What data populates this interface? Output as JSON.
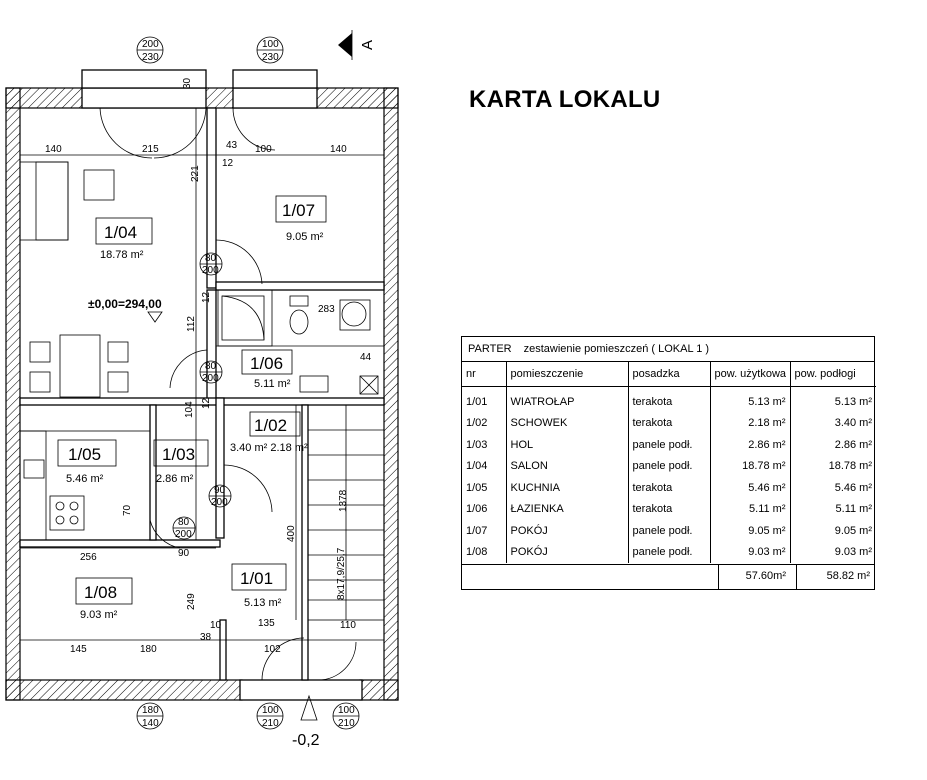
{
  "header": {
    "title": "KARTA LOKALU"
  },
  "plan": {
    "section_marker": "A",
    "level_mark": "±0,00=294,00",
    "entry_level": "-0,2",
    "rooms": [
      {
        "id": "1/04",
        "area": "18.78 m²"
      },
      {
        "id": "1/07",
        "area": "9.05 m²"
      },
      {
        "id": "1/06",
        "area": "5.11 m²"
      },
      {
        "id": "1/02",
        "area": "3.40 m² 2.18 m²"
      },
      {
        "id": "1/05",
        "area": "5.46 m²"
      },
      {
        "id": "1/03",
        "area": "2.86 m²"
      },
      {
        "id": "1/08",
        "area": "9.03 m²"
      },
      {
        "id": "1/01",
        "area": "5.13 m²"
      }
    ],
    "window_tags": [
      {
        "top": "200",
        "bottom": "230"
      },
      {
        "top": "100",
        "bottom": "230"
      },
      {
        "top": "180",
        "bottom": "140"
      },
      {
        "top": "100",
        "bottom": "210"
      },
      {
        "top": "100",
        "bottom": "210"
      }
    ],
    "door_tags": [
      {
        "top": "80",
        "bottom": "200"
      },
      {
        "top": "80",
        "bottom": "200"
      },
      {
        "top": "90",
        "bottom": "200"
      },
      {
        "top": "80",
        "bottom": "200"
      }
    ],
    "dimensions": [
      "30",
      "43",
      "12",
      "140",
      "215",
      "100",
      "140",
      "221",
      "12",
      "283",
      "112",
      "12",
      "104",
      "256",
      "90",
      "249",
      "38",
      "10",
      "135",
      "145",
      "180",
      "102",
      "400",
      "1378",
      "110",
      "70",
      "44",
      "8x17,9/25,7"
    ]
  },
  "table": {
    "title_left": "PARTER",
    "title_right": "zestawienie pomieszczeń ( LOKAL 1 )",
    "columns": [
      "nr",
      "pomieszczenie",
      "posadzka",
      "pow. użytkowa",
      "pow. podłogi"
    ],
    "rows": [
      [
        "1/01",
        "WIATROŁAP",
        "terakota",
        "5.13 m²",
        "5.13 m²"
      ],
      [
        "1/02",
        "SCHOWEK",
        "terakota",
        "2.18 m²",
        "3.40 m²"
      ],
      [
        "1/03",
        "HOL",
        "panele podł.",
        "2.86 m²",
        "2.86 m²"
      ],
      [
        "1/04",
        "SALON",
        "panele podł.",
        "18.78 m²",
        "18.78 m²"
      ],
      [
        "1/05",
        "KUCHNIA",
        "terakota",
        "5.46 m²",
        "5.46 m²"
      ],
      [
        "1/06",
        "ŁAZIENKA",
        "terakota",
        "5.11 m²",
        "5.11 m²"
      ],
      [
        "1/07",
        "POKÓJ",
        "panele podł.",
        "9.05 m²",
        "9.05 m²"
      ],
      [
        "1/08",
        "POKÓJ",
        "panele podł.",
        "9.03 m²",
        "9.03 m²"
      ]
    ],
    "total_usable": "57.60m²",
    "total_floor": "58.82 m²"
  }
}
